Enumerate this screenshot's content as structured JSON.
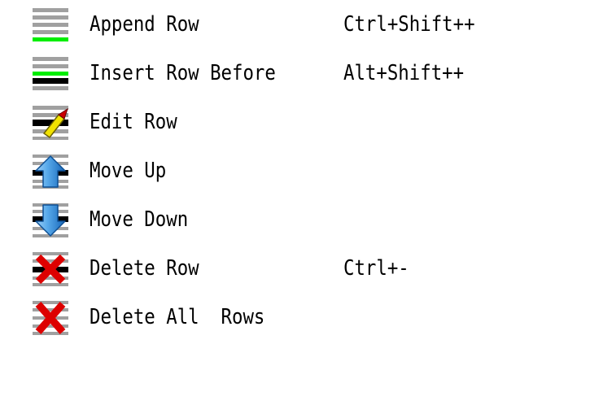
{
  "menu": {
    "name": "row-operations-menu",
    "background": "#ffffff",
    "text_color": "#000000",
    "colors": {
      "row_gray": "#a0a0a0",
      "row_black": "#000000",
      "accent_green": "#00ee00",
      "accent_red": "#dd0000",
      "arrow_blue": "#2b7fd4",
      "pencil_yellow": "#f2e300",
      "pencil_tip_red": "#cc0000"
    },
    "items": [
      {
        "id": "append-row",
        "icon": "append-row-icon",
        "label": "Append Row",
        "shortcut": "Ctrl+Shift++"
      },
      {
        "id": "insert-row-before",
        "icon": "insert-row-before-icon",
        "label": "Insert Row Before",
        "shortcut": "Alt+Shift++"
      },
      {
        "id": "edit-row",
        "icon": "edit-row-icon",
        "label": "Edit Row",
        "shortcut": ""
      },
      {
        "id": "move-up",
        "icon": "move-up-icon",
        "label": "Move Up",
        "shortcut": ""
      },
      {
        "id": "move-down",
        "icon": "move-down-icon",
        "label": "Move Down",
        "shortcut": ""
      },
      {
        "id": "delete-row",
        "icon": "delete-row-icon",
        "label": "Delete Row",
        "shortcut": "Ctrl+-"
      },
      {
        "id": "delete-all-rows",
        "icon": "delete-all-rows-icon",
        "label": "Delete All  Rows",
        "shortcut": ""
      }
    ]
  }
}
